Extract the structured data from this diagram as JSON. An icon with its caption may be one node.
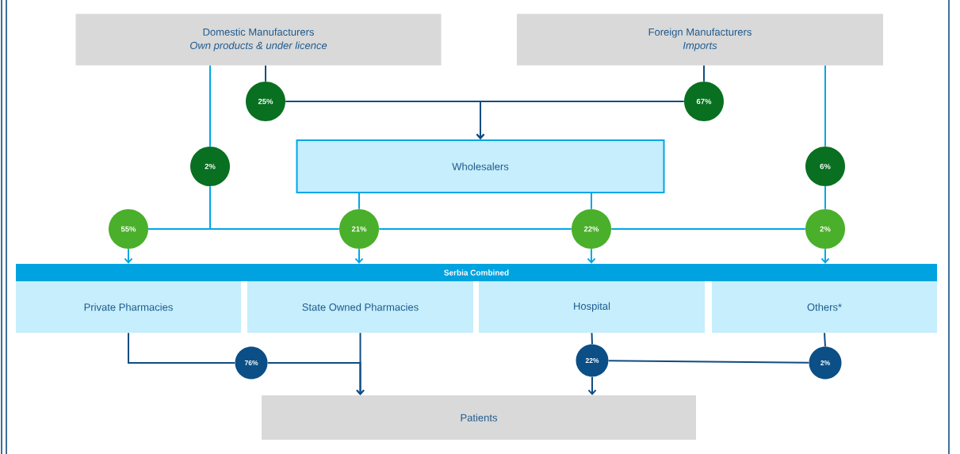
{
  "diagram": {
    "nodes": [
      {
        "text": [
          "Domestic Manufacturers",
          "Own products & under licence"
        ]
      },
      {
        "text": [
          "Foreign Manufacturers",
          "Imports"
        ]
      },
      {
        "text": [
          "25%"
        ]
      },
      {
        "text": [
          "67%"
        ]
      },
      {
        "text": [
          "2%"
        ]
      },
      {
        "text": [
          "Wholesalers"
        ]
      },
      {
        "text": [
          "6%"
        ]
      },
      {
        "text": [
          "55%"
        ]
      },
      {
        "text": [
          "21%"
        ]
      },
      {
        "text": [
          "22%"
        ]
      },
      {
        "text": [
          "2%"
        ]
      },
      {
        "text": [
          "Serbia Combined"
        ]
      },
      {
        "text": [
          "Private Pharmacies"
        ]
      },
      {
        "text": [
          "State Owned Pharmacies"
        ]
      },
      {
        "text": [
          "Hospital"
        ]
      },
      {
        "text": [
          "Others*"
        ]
      },
      {
        "text": [
          "76%"
        ]
      },
      {
        "text": [
          "22%"
        ]
      },
      {
        "text": [
          "2%"
        ]
      },
      {
        "text": [
          "Patients"
        ]
      }
    ],
    "edges": [
      {
        "from": 0,
        "to": 2,
        "arrow": "none",
        "color": "#0f4c81"
      },
      {
        "from": 2,
        "to": 5,
        "arrow": "to",
        "color": "#0f4c81"
      },
      {
        "from": 1,
        "to": 3,
        "arrow": "none",
        "color": "#0f4c81"
      },
      {
        "from": 3,
        "to": 5,
        "arrow": "to",
        "color": "#0f4c81"
      },
      {
        "from": 0,
        "to": 4,
        "arrow": "none"
      },
      {
        "from": 4,
        "to": 7,
        "arrow": "none"
      },
      {
        "from": 7,
        "to": 8,
        "arrow": "none"
      },
      {
        "from": 5,
        "to": 8,
        "arrow": "none"
      },
      {
        "from": 8,
        "to": 9,
        "arrow": "none"
      },
      {
        "from": 5,
        "to": 9,
        "arrow": "none"
      },
      {
        "from": 9,
        "to": 10,
        "arrow": "none"
      },
      {
        "from": 1,
        "to": 6,
        "arrow": "none"
      },
      {
        "from": 6,
        "to": 10,
        "arrow": "none"
      },
      {
        "from": 7,
        "to": 11,
        "arrow": "to"
      },
      {
        "from": 8,
        "to": 11,
        "arrow": "to"
      },
      {
        "from": 9,
        "to": 11,
        "arrow": "to"
      },
      {
        "from": 10,
        "to": 11,
        "arrow": "to"
      },
      {
        "from": 12,
        "to": 16,
        "arrow": "none",
        "color": "#0f4c81"
      },
      {
        "from": 16,
        "to": 19,
        "arrow": "to",
        "color": "#0f4c81"
      },
      {
        "from": 13,
        "to": 19,
        "arrow": "to",
        "color": "#0f4c81"
      },
      {
        "from": 14,
        "to": 17,
        "arrow": "none",
        "color": "#0f4c81"
      },
      {
        "from": 17,
        "to": 19,
        "arrow": "to",
        "color": "#0f4c81"
      },
      {
        "from": 15,
        "to": 18,
        "arrow": "none",
        "color": "#0f4c81"
      },
      {
        "from": 18,
        "to": 17,
        "arrow": "none",
        "color": "#0f4c81"
      }
    ]
  }
}
